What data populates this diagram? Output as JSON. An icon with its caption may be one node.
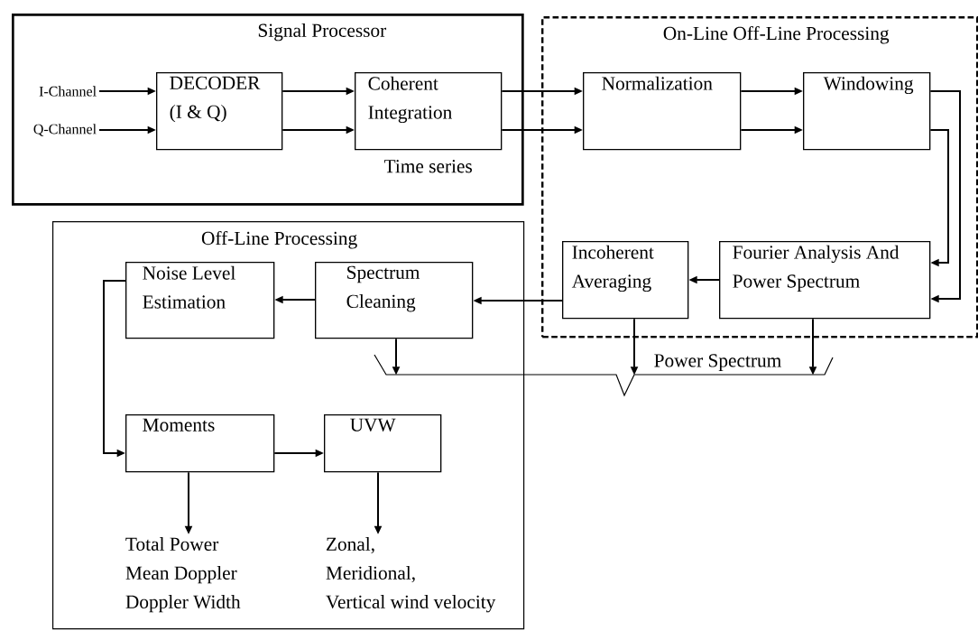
{
  "diagram": {
    "nodes": [
      {
        "text": [
          "Signal Processor"
        ]
      },
      {
        "text": [
          "I-Channel"
        ],
        "in": 0
      },
      {
        "text": [
          "Q-Channel"
        ],
        "in": 0
      },
      {
        "text": [
          "DECODER (I & Q)"
        ],
        "in": 0
      },
      {
        "text": [
          "Coherent Integration"
        ],
        "in": 0,
        "beside": [
          "Time series"
        ]
      },
      {
        "text": [
          "On-Line Off-Line Processing"
        ]
      },
      {
        "text": [
          "Normalization"
        ],
        "in": 5
      },
      {
        "text": [
          "Windowing"
        ],
        "in": 5
      },
      {
        "text": [
          "Fourier Analysis And Power Spectrum"
        ],
        "in": 5
      },
      {
        "text": [
          "Incoherent Averaging"
        ],
        "in": 5
      },
      {
        "text": [
          "Off-Line Processing"
        ]
      },
      {
        "text": [
          "Noise Level Estimation"
        ],
        "in": 10
      },
      {
        "text": [
          "Spectrum Cleaning"
        ],
        "in": 10
      },
      {
        "text": [
          "Moments"
        ],
        "in": 10
      },
      {
        "text": [
          "UVW"
        ],
        "in": 10
      },
      {
        "text": [
          "Total Power",
          "Mean Doppler",
          "Doppler Width"
        ],
        "in": 10
      },
      {
        "text": [
          "Zonal,",
          "Meridional,",
          "Vertical wind velocity"
        ],
        "in": 10
      },
      {
        "text": [
          "Power Spectrum"
        ]
      }
    ],
    "edges": [
      {
        "from": 1,
        "to": 3,
        "arrow": "to"
      },
      {
        "from": 2,
        "to": 3,
        "arrow": "to"
      },
      {
        "from": 3,
        "to": 4,
        "arrow": "to"
      },
      {
        "from": 3,
        "to": 4,
        "arrow": "to"
      },
      {
        "from": 4,
        "to": 6,
        "arrow": "to"
      },
      {
        "from": 4,
        "to": 6,
        "arrow": "to"
      },
      {
        "from": 6,
        "to": 7,
        "arrow": "to"
      },
      {
        "from": 6,
        "to": 7,
        "arrow": "to"
      },
      {
        "from": 7,
        "to": 8,
        "arrow": "to"
      },
      {
        "from": 7,
        "to": 8,
        "arrow": "to"
      },
      {
        "from": 8,
        "to": 9,
        "arrow": "to"
      },
      {
        "from": 9,
        "to": 12,
        "arrow": "to"
      },
      {
        "from": 12,
        "to": 11,
        "arrow": "to"
      },
      {
        "from": 11,
        "to": 13,
        "arrow": "to"
      },
      {
        "from": 13,
        "to": 14,
        "arrow": "to"
      },
      {
        "from": 13,
        "to": 15,
        "arrow": "to"
      },
      {
        "from": 14,
        "to": 16,
        "arrow": "to"
      },
      {
        "from": 12,
        "to": 17,
        "arrow": "to"
      },
      {
        "from": 9,
        "to": 17,
        "arrow": "to"
      },
      {
        "from": 8,
        "to": 17,
        "arrow": "to"
      }
    ]
  }
}
